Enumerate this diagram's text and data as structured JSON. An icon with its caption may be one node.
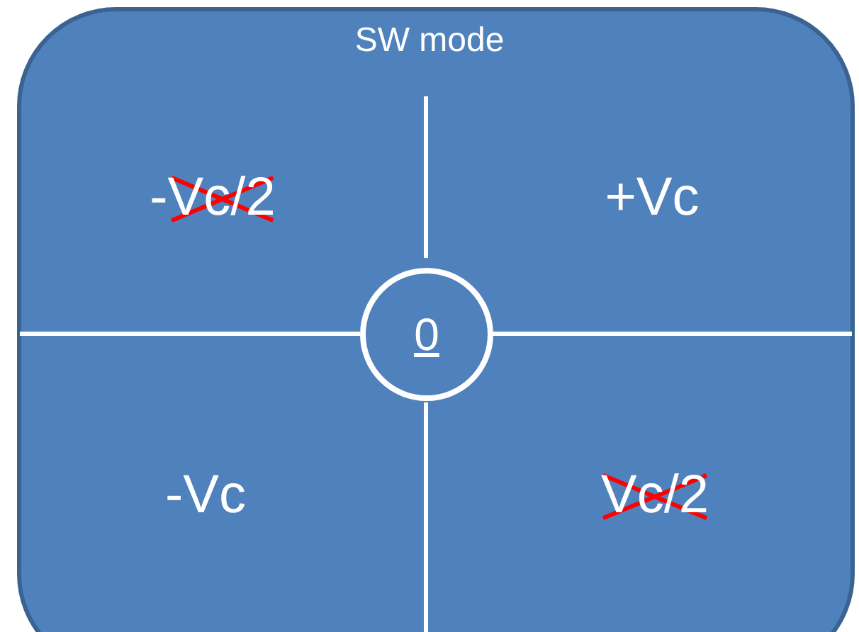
{
  "diagram": {
    "nodes": [
      {
        "text": [
          "SW mode"
        ]
      },
      {
        "text": [
          "0"
        ],
        "in": 0
      }
    ],
    "labels": [
      "-Vc/2",
      "+Vc",
      "-Vc",
      "Vc/2"
    ]
  }
}
